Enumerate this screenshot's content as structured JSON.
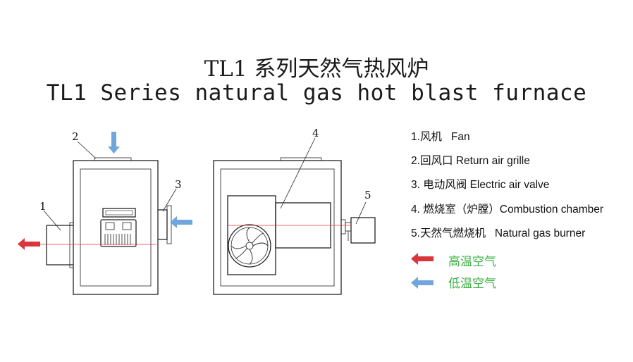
{
  "title_cn": "TL1 系列天然气热风炉",
  "title_en": "TL1 Series natural gas hot blast furnace",
  "callouts": [
    "1",
    "2",
    "3",
    "4",
    "5"
  ],
  "legend": [
    {
      "num": "1.",
      "cn": "风机",
      "en": "Fan"
    },
    {
      "num": "2.",
      "cn": "回风口",
      "en": "Return air grille"
    },
    {
      "num": "3.",
      "cn": "电动风阀",
      "en": "Electric air valve"
    },
    {
      "num": "4.",
      "cn": "燃烧室（炉膛）",
      "en": "Combustion chamber"
    },
    {
      "num": "5.",
      "cn": "天然气燃烧机",
      "en": "Natural gas burner"
    }
  ],
  "air_legend": {
    "hot": {
      "label": "高温空气",
      "color": "#d9353b"
    },
    "cold": {
      "label": "低温空气",
      "color": "#6fa7dc"
    }
  },
  "colors": {
    "label_green": "#3cb043",
    "line": "#222222",
    "flow_line": "#e23a3a"
  }
}
